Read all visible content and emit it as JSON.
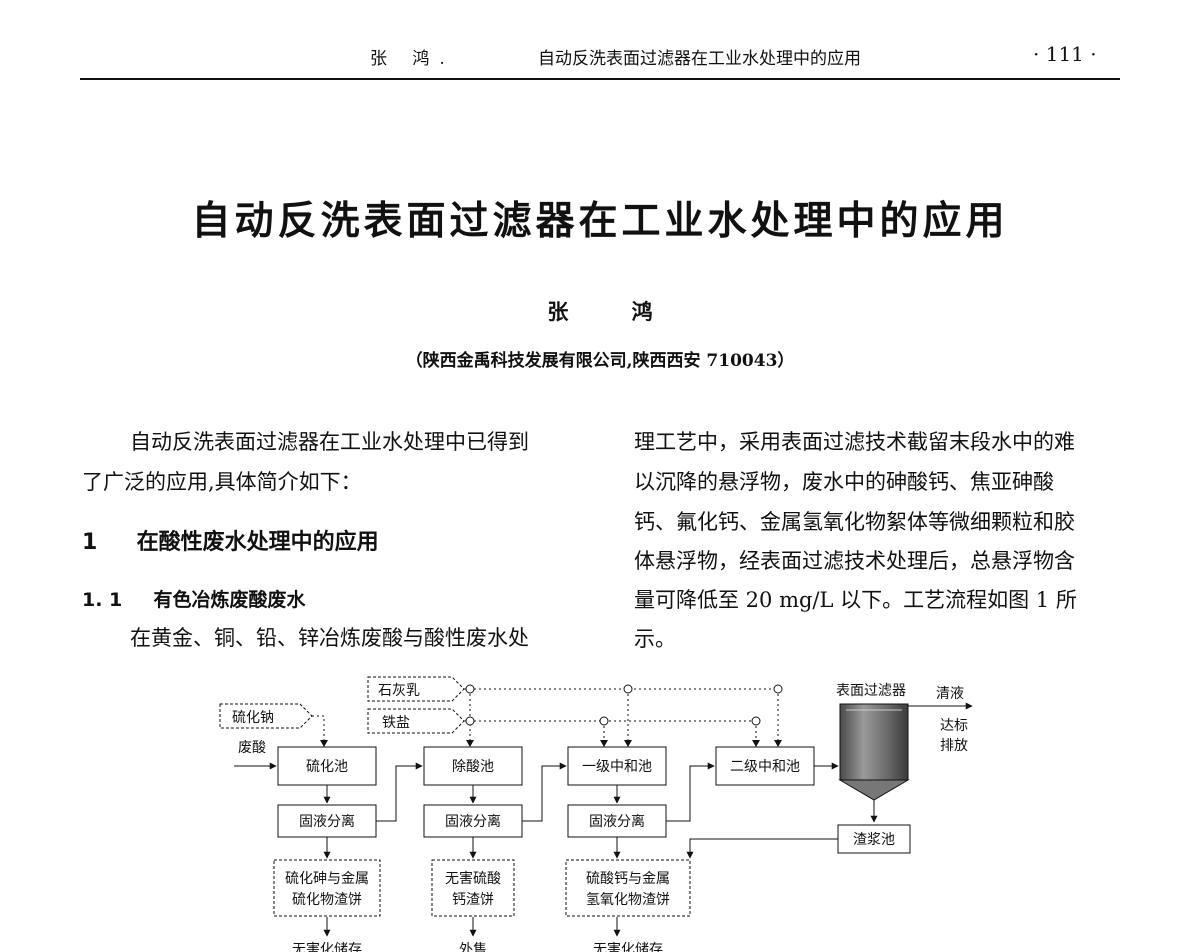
{
  "running_head": {
    "author": "张 鸿.",
    "title": "自动反洗表面过滤器在工业水处理中的应用",
    "page": "· 111 ·"
  },
  "title": "自动反洗表面过滤器在工业水处理中的应用",
  "author": "张 鸿",
  "affiliation": "（陕西金禹科技发展有限公司,陕西西安 710043）",
  "left_column": {
    "intro_lines": [
      "自动反洗表面过滤器在工业水处理中已得到",
      "了广泛的应用,具体简介如下："
    ],
    "section_1": {
      "number": "1",
      "title": "在酸性废水处理中的应用"
    },
    "section_1_1": {
      "number": "1. 1",
      "title": "有色冶炼废酸废水"
    },
    "para_line": "在黄金、铜、铅、锌冶炼废酸与酸性废水处"
  },
  "right_column": {
    "lines": [
      "理工艺中，采用表面过滤技术截留末段水中的难",
      "以沉降的悬浮物，废水中的砷酸钙、焦亚砷酸",
      "钙、氟化钙、金属氢氧化物絮体等微细颗粒和胶",
      "体悬浮物，经表面过滤技术处理后，总悬浮物含",
      "量可降低至 20 mg/L 以下。工艺流程如图 1 所",
      "示。"
    ]
  },
  "flowchart": {
    "inputs": {
      "lime": "石灰乳",
      "iron": "铁盐",
      "sulfide": "硫化钠",
      "acid": "废酸"
    },
    "tanks": [
      "硫化池",
      "除酸池",
      "一级中和池",
      "二级中和池"
    ],
    "separators": [
      "固液分离",
      "固液分离",
      "固液分离"
    ],
    "cakes": [
      [
        "硫化砷与金属",
        "硫化物渣饼"
      ],
      [
        "无害硫酸",
        "钙渣饼"
      ],
      [
        "硫酸钙与金属",
        "氢氧化物渣饼"
      ]
    ],
    "destinations": [
      "无害化储存",
      "外售",
      "无害化储存"
    ],
    "filter_label": "表面过滤器",
    "clear_liquid": "清液",
    "discharge": [
      "达标",
      "排放"
    ],
    "sludge_tank": "渣浆池"
  }
}
